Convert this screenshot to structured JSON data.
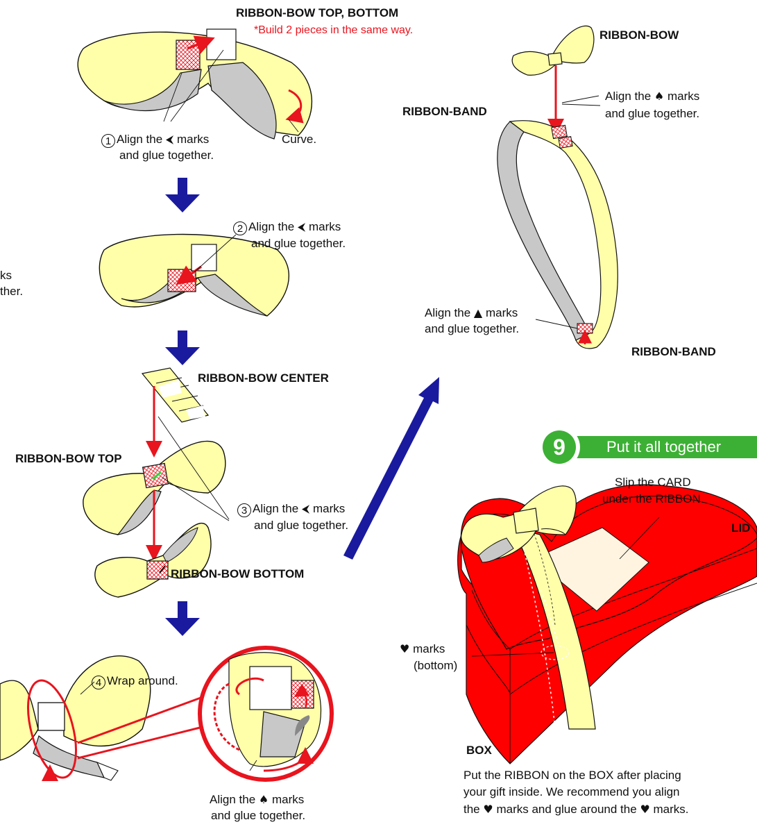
{
  "step_section": {
    "number": "9",
    "title": "Put it all together"
  },
  "labels": {
    "bow_top_bottom": "RIBBON-BOW TOP, BOTTOM",
    "build_note": "*Build 2 pieces in the same way.",
    "curve": "Curve.",
    "ribbon_bow_center": "RIBBON-BOW CENTER",
    "ribbon_bow_top": "RIBBON-BOW TOP",
    "ribbon_bow_bottom": "RIBBON-BOW BOTTOM",
    "ribbon_bow": "RIBBON-BOW",
    "ribbon_band_1": "RIBBON-BAND",
    "ribbon_band_2": "RIBBON-BAND",
    "lid": "LID",
    "box": "BOX"
  },
  "steps": {
    "s1_num": "1",
    "s1_line1": "Align the",
    "s1_line1b": "marks",
    "s1_line2": "and glue together.",
    "s2_num": "2",
    "s2_line1": "Align the",
    "s2_line1b": "marks",
    "s2_line2": "and glue together.",
    "s3_num": "3",
    "s3_line1": "Align the",
    "s3_line1b": "marks",
    "s3_line2": "and glue together.",
    "s4_num": "4",
    "s4_line1": "Wrap around."
  },
  "notes": {
    "left_cut_1": "ks",
    "left_cut_2": "ther.",
    "spade_bow_1": "Align the",
    "spade_bow_1b": "marks",
    "spade_bow_2": "and glue together.",
    "triangle_1": "Align the",
    "triangle_1b": "marks",
    "triangle_2": "and glue together.",
    "spade_wrap_1": "Align the",
    "spade_wrap_1b": "marks",
    "spade_wrap_2": "and glue together.",
    "card_1": "Slip the CARD",
    "card_2": "under the RIBBON.",
    "heart_marks_1": "marks",
    "heart_marks_2": "(bottom)",
    "final_1": "Put the RIBBON on the BOX after placing",
    "final_2": "your gift inside.  We recommend you align",
    "final_3a": "the",
    "final_3b": "marks and glue around the",
    "final_3c": "marks."
  },
  "symbols": {
    "arrowhead": "⮜",
    "spade": "♠",
    "triangle": "▲",
    "heart": "♥"
  },
  "colors": {
    "ribbon_yellow": "#ffffaa",
    "ribbon_shadow": "#c8c8c8",
    "box_red": "#ff0000",
    "arrow_red": "#e8141e",
    "flow_arrow_blue": "#1a1a9e",
    "step_green": "#3cb034",
    "card": "#fff4e0"
  }
}
